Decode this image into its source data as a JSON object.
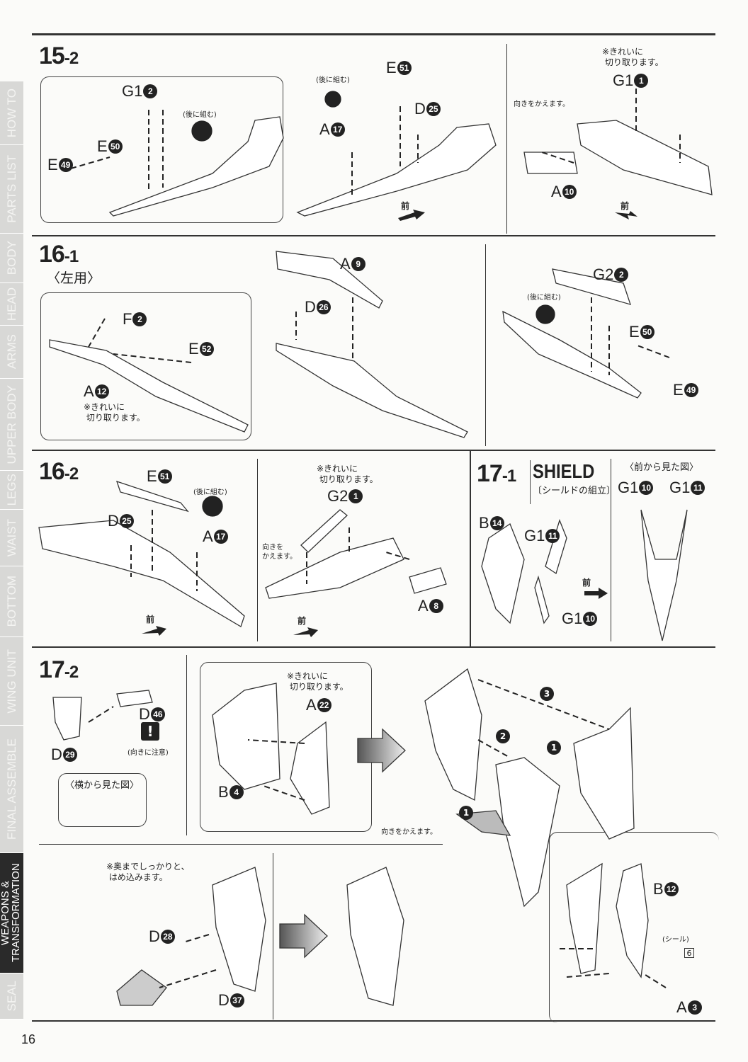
{
  "sidebar": {
    "tabs": [
      {
        "label": "HOW TO",
        "active": false
      },
      {
        "label": "PARTS LIST",
        "active": false
      },
      {
        "label": "BODY",
        "active": false
      },
      {
        "label": "HEAD",
        "active": false
      },
      {
        "label": "ARMS",
        "active": false
      },
      {
        "label": "UPPER BODY",
        "active": false
      },
      {
        "label": "LEGS",
        "active": false
      },
      {
        "label": "WAIST",
        "active": false
      },
      {
        "label": "BOTTOM",
        "active": false
      },
      {
        "label": "WING UNIT",
        "active": false
      },
      {
        "label": "FINAL ASSEMBLE",
        "active": false
      },
      {
        "label": "WEAPONS & TRANSFORMATION",
        "active": true
      },
      {
        "label": "SEAL",
        "active": false
      }
    ]
  },
  "steps": {
    "s15_2": {
      "num": "15",
      "sub": "-2"
    },
    "s16_1": {
      "num": "16",
      "sub": "-1",
      "note": "〈左用〉"
    },
    "s16_2": {
      "num": "16",
      "sub": "-2"
    },
    "s17_1": {
      "num": "17",
      "sub": "-1",
      "title": "SHIELD",
      "subtitle": "〔シールドの組立〕",
      "front_view": "〈前から見た図〉"
    },
    "s17_2": {
      "num": "17",
      "sub": "-2",
      "side_view": "〈横から見た図〉"
    }
  },
  "notes": {
    "later": "(後に組む)",
    "cut_clean": "※きれいに\n 切り取ります。",
    "turn": "向きをかえます。",
    "turn2": "向きを\nかえます。",
    "front": "前",
    "orient": "(向きに注意)",
    "press_in": "※奥までしっかりと、\n はめ込みます。",
    "seal": "(シール)",
    "seal_num": "6",
    "warn": "!"
  },
  "parts": {
    "p1": {
      "l": "G1",
      "n": "2"
    },
    "p2": {
      "l": "E",
      "n": "50"
    },
    "p3": {
      "l": "E",
      "n": "49"
    },
    "p4": {
      "l": "E",
      "n": "51"
    },
    "p5": {
      "l": "D",
      "n": "25"
    },
    "p6": {
      "l": "A",
      "n": "17"
    },
    "p7": {
      "l": "G1",
      "n": "1"
    },
    "p8": {
      "l": "A",
      "n": "10"
    },
    "p9": {
      "l": "A",
      "n": "9"
    },
    "p10": {
      "l": "D",
      "n": "26"
    },
    "p11": {
      "l": "F",
      "n": "2"
    },
    "p12": {
      "l": "E",
      "n": "52"
    },
    "p13": {
      "l": "A",
      "n": "12"
    },
    "p14": {
      "l": "G2",
      "n": "2"
    },
    "p15": {
      "l": "E",
      "n": "50"
    },
    "p16": {
      "l": "E",
      "n": "49"
    },
    "p17": {
      "l": "E",
      "n": "51"
    },
    "p18": {
      "l": "D",
      "n": "25"
    },
    "p19": {
      "l": "A",
      "n": "17"
    },
    "p20": {
      "l": "G2",
      "n": "1"
    },
    "p21": {
      "l": "A",
      "n": "8"
    },
    "p22": {
      "l": "B",
      "n": "14"
    },
    "p23": {
      "l": "G1",
      "n": "11"
    },
    "p24": {
      "l": "G1",
      "n": "10"
    },
    "p25": {
      "l": "G1",
      "n": "10"
    },
    "p26": {
      "l": "G1",
      "n": "11"
    },
    "p27": {
      "l": "D",
      "n": "29"
    },
    "p28": {
      "l": "D",
      "n": "46"
    },
    "p29": {
      "l": "A",
      "n": "22"
    },
    "p30": {
      "l": "B",
      "n": "4"
    },
    "p31": {
      "l": "D",
      "n": "28"
    },
    "p32": {
      "l": "D",
      "n": "37"
    },
    "p33": {
      "l": "B",
      "n": "12"
    },
    "p34": {
      "l": "A",
      "n": "3"
    }
  },
  "seq": {
    "a": "3",
    "b": "2",
    "c": "1",
    "d": "1"
  },
  "page_number": "16"
}
